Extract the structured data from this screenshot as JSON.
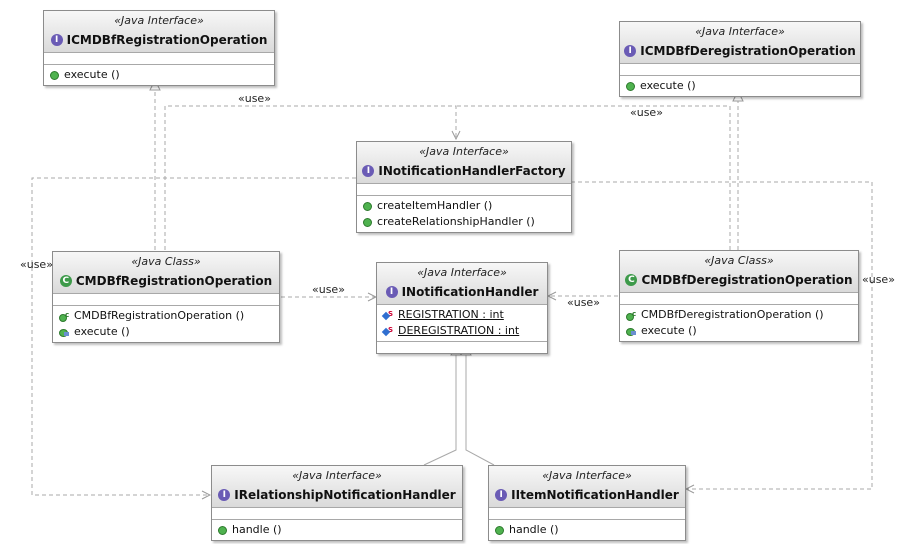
{
  "stereotypes": {
    "interface": "«Java Interface»",
    "class": "«Java Class»",
    "use": "«use»"
  },
  "colors": {
    "interface_badge": "#6a5bb5",
    "class_badge": "#3d9a4a",
    "line": "#a0a0a0"
  },
  "boxes": {
    "reg_op_iface": {
      "name": "ICMDBfRegistrationOperation",
      "kind": "interface",
      "methods": [
        "execute ()"
      ]
    },
    "dereg_op_iface": {
      "name": "ICMDBfDeregistrationOperation",
      "kind": "interface",
      "methods": [
        "execute ()"
      ]
    },
    "factory": {
      "name": "INotificationHandlerFactory",
      "kind": "interface",
      "methods": [
        "createItemHandler ()",
        "createRelationshipHandler ()"
      ]
    },
    "reg_class": {
      "name": "CMDBfRegistrationOperation",
      "kind": "class",
      "ctor": "CMDBfRegistrationOperation ()",
      "method": "execute ()"
    },
    "handler": {
      "name": "INotificationHandler",
      "kind": "interface",
      "fields": [
        "REGISTRATION : int",
        "DEREGISTRATION : int"
      ]
    },
    "dereg_class": {
      "name": "CMDBfDeregistrationOperation",
      "kind": "class",
      "ctor": "CMDBfDeregistrationOperation ()",
      "method": "execute ()"
    },
    "rel_handler": {
      "name": "IRelationshipNotificationHandler",
      "kind": "interface",
      "methods": [
        "handle ()"
      ]
    },
    "item_handler": {
      "name": "IItemNotificationHandler",
      "kind": "interface",
      "methods": [
        "handle ()"
      ]
    }
  }
}
